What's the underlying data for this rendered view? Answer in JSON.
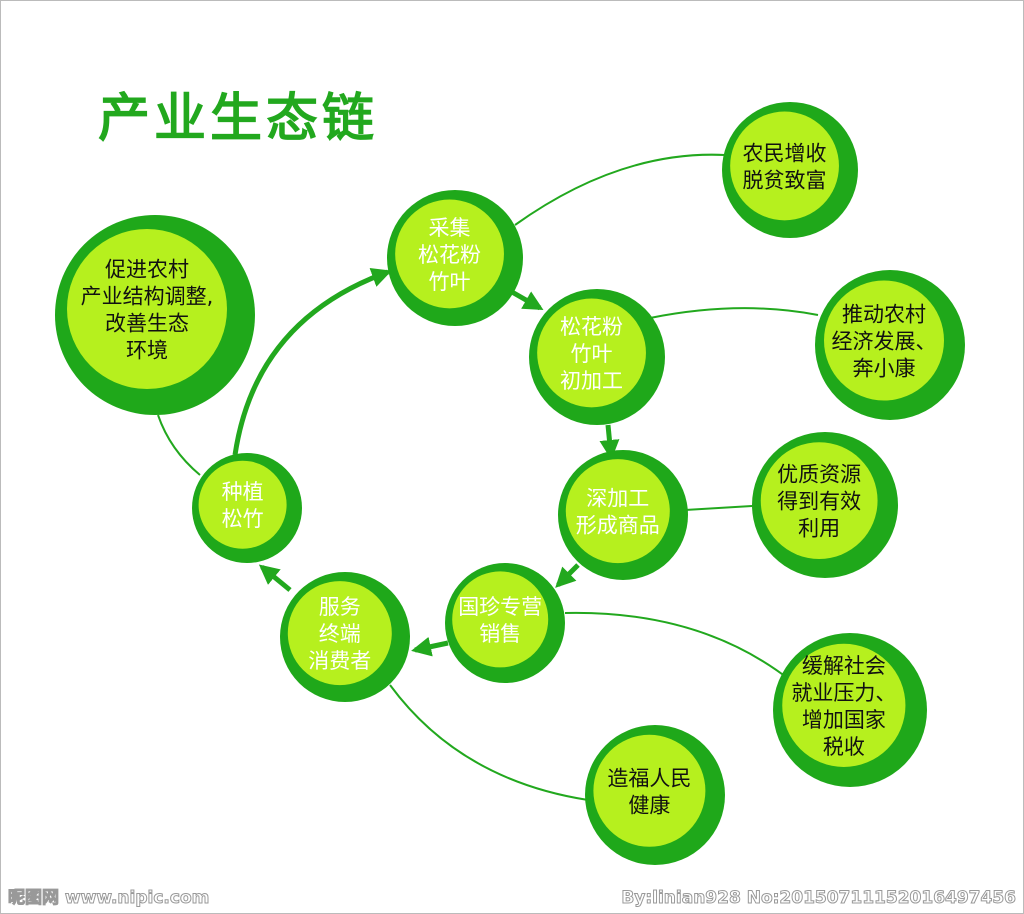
{
  "title": "产业生态链",
  "colors": {
    "outer": "#1fa81a",
    "inner": "#b6f01e",
    "line": "#22a81e"
  },
  "nodes": [
    {
      "id": "promote",
      "lines": [
        "促进农村",
        "产业结构调整,",
        "改善生态",
        "环境"
      ]
    },
    {
      "id": "collect",
      "lines": [
        "采集",
        "松花粉",
        "竹叶"
      ]
    },
    {
      "id": "primary",
      "lines": [
        "松花粉",
        "竹叶",
        "初加工"
      ]
    },
    {
      "id": "deep",
      "lines": [
        "深加工",
        "形成商品"
      ]
    },
    {
      "id": "sales",
      "lines": [
        "国珍专营",
        "销售"
      ]
    },
    {
      "id": "consumer",
      "lines": [
        "服务",
        "终端",
        "消费者"
      ]
    },
    {
      "id": "plant",
      "lines": [
        "种植",
        "松竹"
      ]
    },
    {
      "id": "income",
      "lines": [
        "农民增收",
        "脱贫致富"
      ]
    },
    {
      "id": "economy",
      "lines": [
        "推动农村",
        "经济发展、",
        "奔小康"
      ]
    },
    {
      "id": "resource",
      "lines": [
        "优质资源",
        "得到有效",
        "利用"
      ]
    },
    {
      "id": "employment",
      "lines": [
        "缓解社会",
        "就业压力、",
        "增加国家",
        "税收"
      ]
    },
    {
      "id": "health",
      "lines": [
        "造福人民",
        "健康"
      ]
    }
  ],
  "watermark": {
    "left": "昵图网 www.nipic.com",
    "right": "By:linian928 No:20150711152016497456"
  }
}
